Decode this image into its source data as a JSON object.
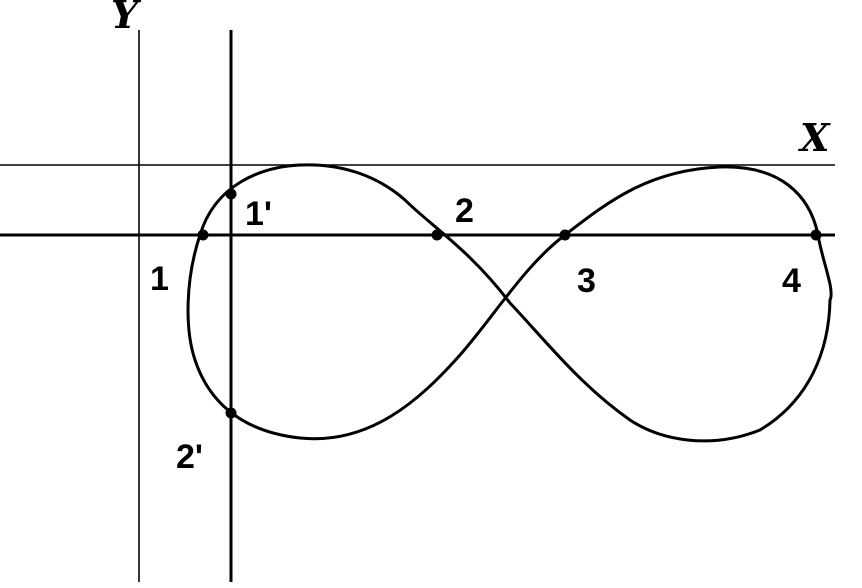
{
  "axes": {
    "x_label": "X",
    "y_label": "Y"
  },
  "points": [
    {
      "id": "p1",
      "label": "1"
    },
    {
      "id": "p2",
      "label": "2"
    },
    {
      "id": "p3",
      "label": "3"
    },
    {
      "id": "p4",
      "label": "4"
    },
    {
      "id": "p1p",
      "label": "1'"
    },
    {
      "id": "p2p",
      "label": "2'"
    }
  ],
  "colors": {
    "ink": "#000000",
    "background": "#ffffff"
  }
}
